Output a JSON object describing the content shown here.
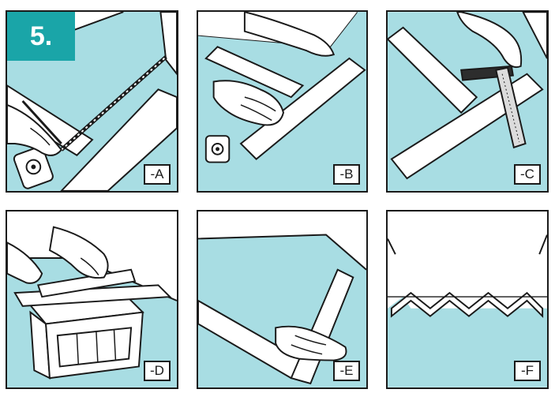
{
  "step_number": "5.",
  "panels": [
    {
      "label": "-A"
    },
    {
      "label": "-B"
    },
    {
      "label": "-C"
    },
    {
      "label": "-D"
    },
    {
      "label": "-E"
    },
    {
      "label": "-F"
    }
  ],
  "colors": {
    "floor": "#a8dde3",
    "badge": "#1aa5a8",
    "outline": "#1a1a1a",
    "board": "#ffffff"
  }
}
